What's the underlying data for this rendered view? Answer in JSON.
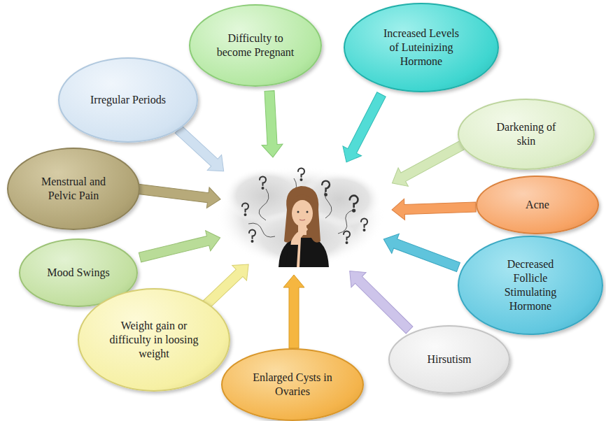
{
  "diagram": {
    "nodes": [
      {
        "text": [
          "Difficulty to become Pregnant"
        ]
      },
      {
        "text": [
          "Increased Levels of Luteinizing Hormone"
        ]
      },
      {
        "text": [
          "Irregular Periods"
        ]
      },
      {
        "text": [
          "Darkening of skin"
        ]
      },
      {
        "text": [
          "Menstrual and Pelvic Pain"
        ]
      },
      {
        "text": [
          "Acne"
        ]
      },
      {
        "text": [
          "Mood Swings"
        ]
      },
      {
        "text": [
          "Decreased Follicle Stimulating Hormone"
        ]
      },
      {
        "text": [
          "Weight gain or difficulty in loosing weight"
        ]
      },
      {
        "text": [
          "Hirsutism"
        ]
      },
      {
        "text": [
          "Enlarged Cysts in Ovaries"
        ]
      }
    ]
  }
}
